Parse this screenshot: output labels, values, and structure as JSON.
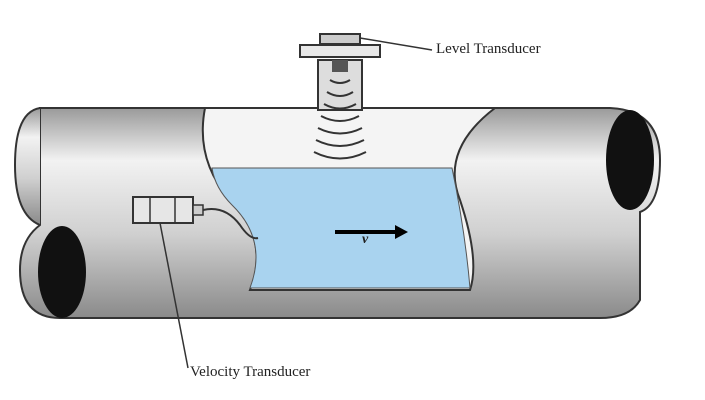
{
  "labels": {
    "level_transducer": "Level Transducer",
    "velocity_transducer": "Velocity Transducer",
    "velocity_symbol": "v"
  },
  "colors": {
    "water": "#a9d3ef",
    "pipe": "#d9d9d9",
    "pipe_end": "#111111"
  }
}
